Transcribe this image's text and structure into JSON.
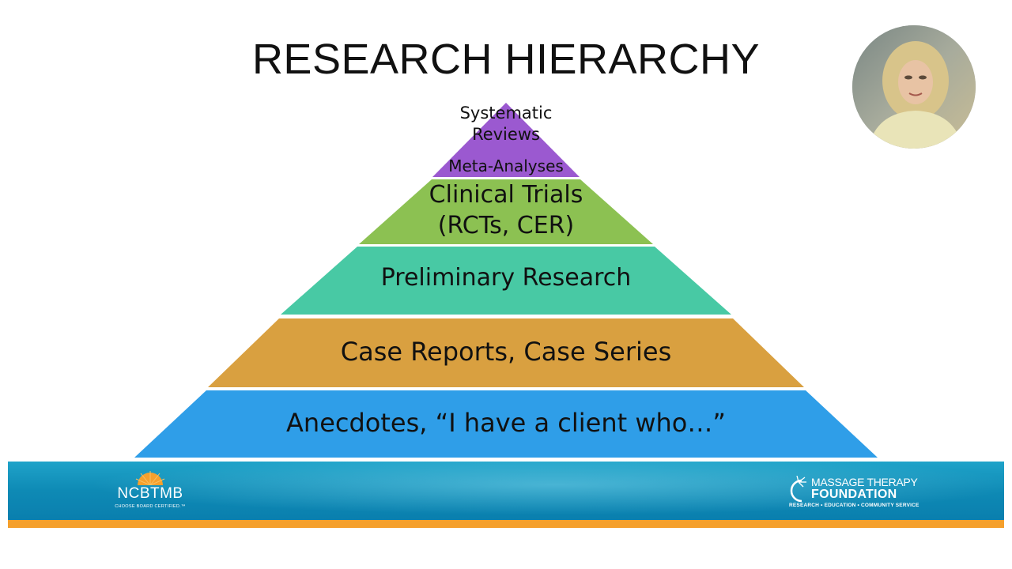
{
  "slide": {
    "title": "RESEARCH HIERARCHY"
  },
  "pyramid": {
    "levels": [
      {
        "lines": [
          "Systematic",
          "Reviews",
          "Meta-Analyses"
        ],
        "color": "#9b59d0"
      },
      {
        "lines": [
          "Clinical Trials",
          "(RCTs, CER)"
        ],
        "color": "#8cc152"
      },
      {
        "lines": [
          "Preliminary Research"
        ],
        "color": "#48c9a4"
      },
      {
        "lines": [
          "Case Reports, Case Series"
        ],
        "color": "#d9a040"
      },
      {
        "lines": [
          "Anecdotes, “I have a client who…”"
        ],
        "color": "#2f9ee8"
      }
    ]
  },
  "footer": {
    "band_color": "#1597c1",
    "stripe_color": "#f5a02c",
    "left_logo": {
      "brand": "NCBTMB",
      "tagline": "CHOOSE BOARD CERTIFIED.™"
    },
    "right_logo": {
      "line1": "MASSAGE THERAPY",
      "line2": "FOUNDATION",
      "line3": "RESEARCH • EDUCATION • COMMUNITY SERVICE"
    }
  }
}
